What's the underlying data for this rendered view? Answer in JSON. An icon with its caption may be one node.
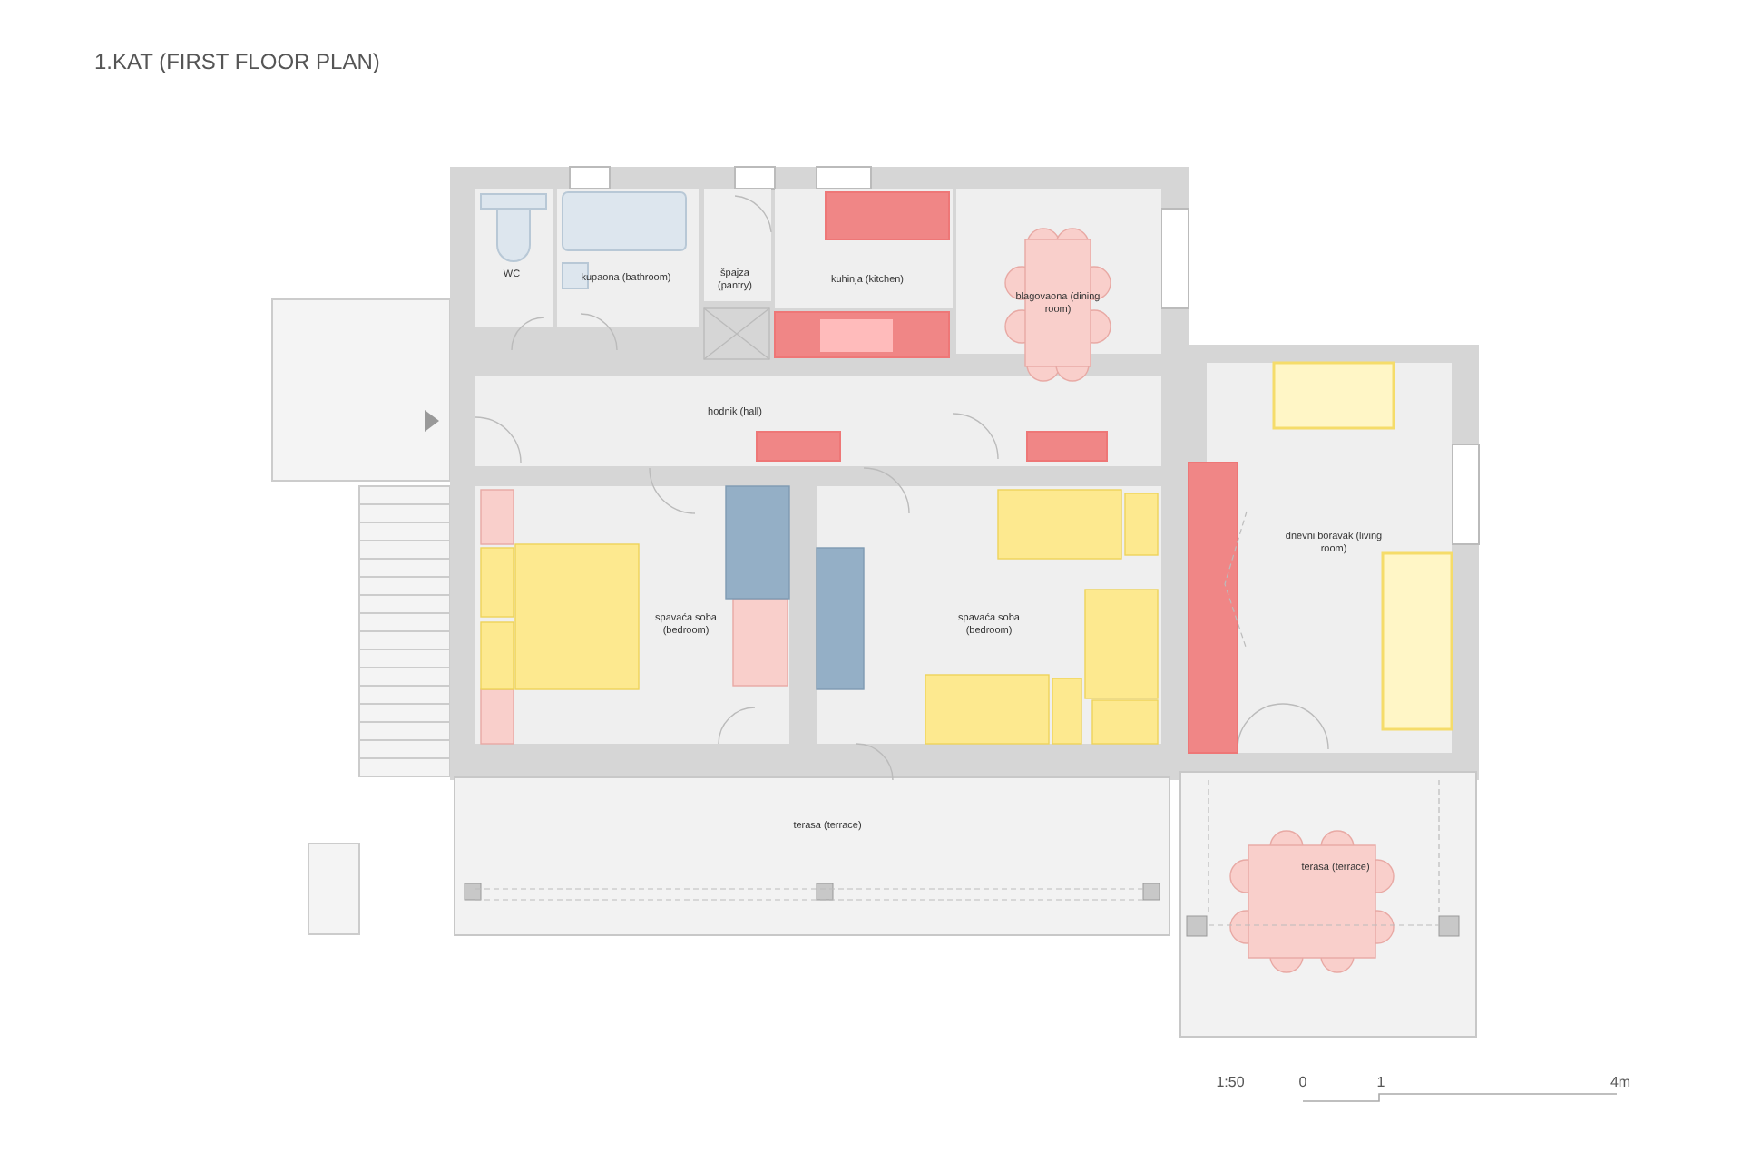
{
  "diagram": {
    "title": "1.KAT (FIRST FLOOR PLAN)",
    "nodes": [
      {
        "text": [
          "WC"
        ]
      },
      {
        "text": [
          "kupaona (bathroom)"
        ]
      },
      {
        "text": [
          "špajza (pantry)"
        ]
      },
      {
        "text": [
          "kuhinja (kitchen)"
        ]
      },
      {
        "text": [
          "blagovaona (dining room)"
        ]
      },
      {
        "text": [
          "hodnik (hall)"
        ]
      },
      {
        "text": [
          "spavaća soba (bedroom)"
        ]
      },
      {
        "text": [
          "spavaća soba (bedroom)"
        ]
      },
      {
        "text": [
          "dnevni boravak (living room)"
        ]
      },
      {
        "text": [
          "terasa (terrace)"
        ]
      },
      {
        "text": [
          "terasa (terrace)"
        ]
      }
    ],
    "labels": [
      "1:50",
      "0",
      "1",
      "4m"
    ]
  }
}
